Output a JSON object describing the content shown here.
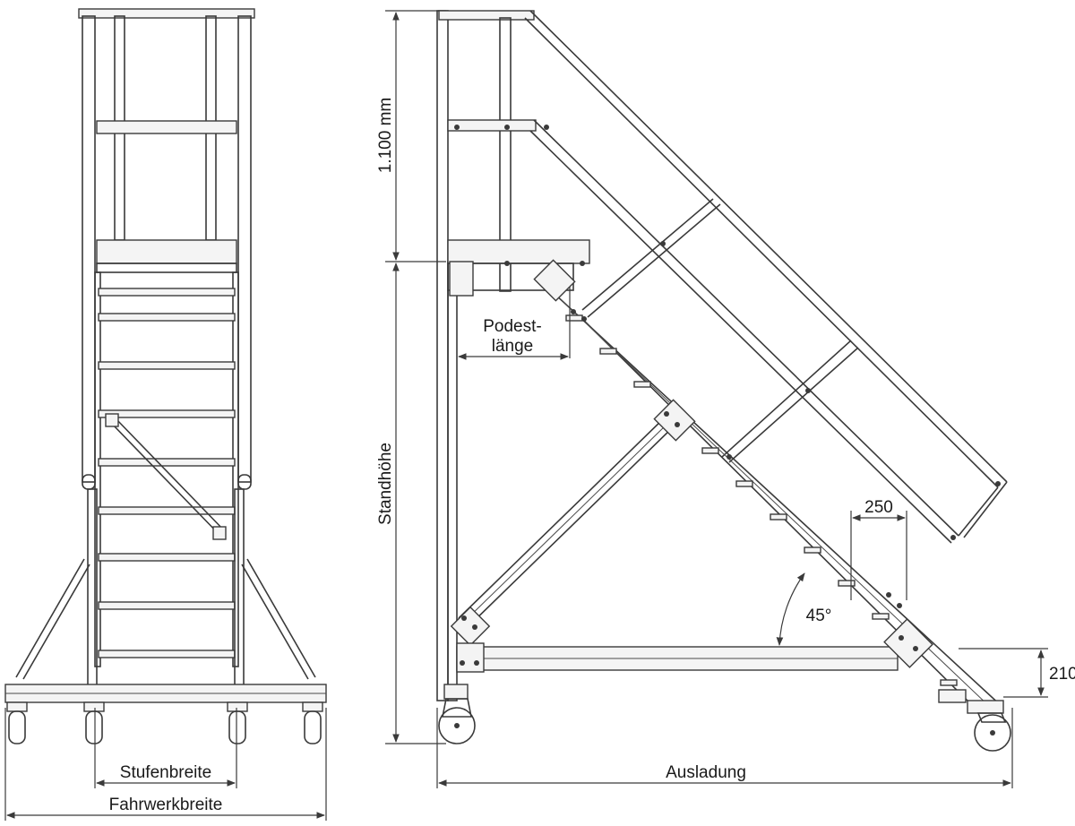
{
  "labels": {
    "stufenbreite": "Stufenbreite",
    "fahrwerkbreite": "Fahrwerkbreite",
    "height_1100": "1.100 mm",
    "standhoehe": "Standhöhe",
    "podest_line1": "Podest-",
    "podest_line2": "länge",
    "step_depth": "250",
    "angle": "45°",
    "bottom_height": "210",
    "ausladung": "Ausladung"
  },
  "colors": {
    "line": "#3a3a3a",
    "fill": "#f4f4f4",
    "background": "#ffffff"
  }
}
